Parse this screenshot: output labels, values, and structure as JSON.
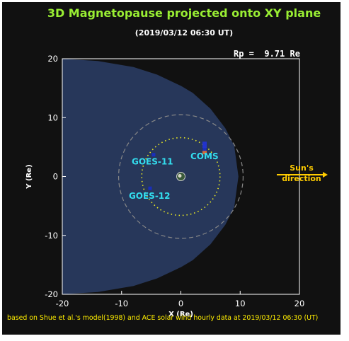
{
  "title": "3D Magnetopause projected onto XY plane",
  "subtitle": "(2019/03/12 06:30 UT)",
  "rp_label": "Rp =  9.71 Re",
  "sun_direction": {
    "line1": "Sun's",
    "line2": "direction"
  },
  "footnote": "based on Shue et al.'s model(1998) and ACE solar wind hourly data at 2019/03/12 06:30 (UT)",
  "colors": {
    "background": "#111111",
    "magnetopause_fill": "#27375a",
    "title": "#99ee33",
    "satellite_label": "#33ddee",
    "geo_orbit": "#eeee22",
    "sun_arrow": "#ffcc00",
    "dashed_circle": "#888888"
  },
  "chart_data": {
    "type": "scatter",
    "title": "3D Magnetopause projected onto XY plane",
    "subtitle": "(2019/03/12 06:30 UT)",
    "xlabel": "X (Re)",
    "ylabel": "Y (Re)",
    "xlim": [
      -20,
      20
    ],
    "ylim": [
      -20,
      20
    ],
    "xticks": [
      -20,
      -10,
      0,
      10,
      20
    ],
    "yticks": [
      -20,
      -10,
      0,
      10,
      20
    ],
    "magnetopause": {
      "standoff_distance_re": 9.71,
      "flank_at_x_minus_20": 20,
      "boundary": [
        [
          9.71,
          0
        ],
        [
          9.0,
          5.2
        ],
        [
          7.5,
          8.2
        ],
        [
          5.0,
          11.5
        ],
        [
          2.0,
          14.2
        ],
        [
          0.0,
          15.4
        ],
        [
          -4.0,
          17.3
        ],
        [
          -8.0,
          18.6
        ],
        [
          -14.0,
          19.6
        ],
        [
          -20.0,
          20.0
        ]
      ]
    },
    "geosynchronous_orbit_radius_re": 6.6,
    "dashed_circle_radius_re": 10.5,
    "satellites": [
      {
        "name": "GOES-11",
        "x": -4.6,
        "y": 3.7,
        "label": "GOES-11"
      },
      {
        "name": "COMS",
        "x": 4.0,
        "y": 4.6,
        "label": "COMS"
      },
      {
        "name": "GOES-12",
        "x": -5.2,
        "y": -2.0,
        "label": "GOES-12"
      }
    ]
  }
}
